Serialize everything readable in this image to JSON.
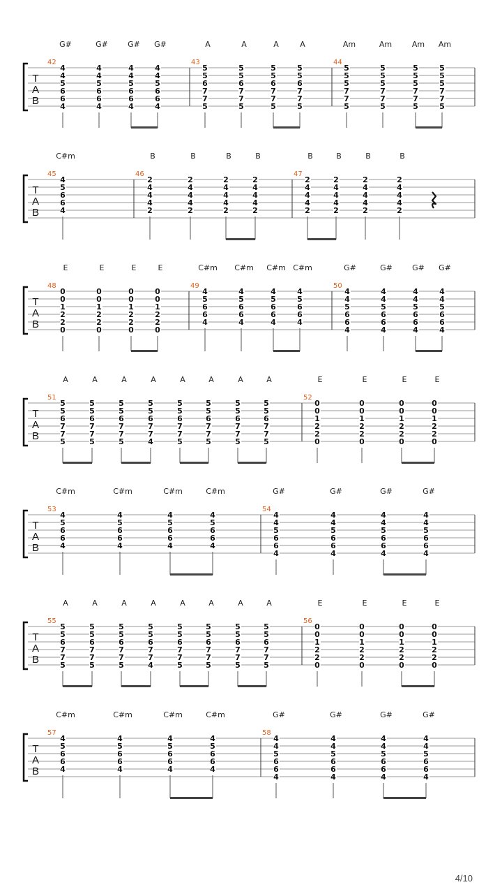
{
  "page_number": "4/10",
  "tab_clef": [
    "T",
    "A",
    "B"
  ],
  "systems": [
    {
      "measures": [
        {
          "number": "42",
          "beats": [
            {
              "chord": "G#",
              "frets": [
                "4",
                "4",
                "5",
                "6",
                "6",
                "4"
              ]
            },
            {
              "chord": "G#",
              "frets": [
                "4",
                "4",
                "5",
                "6",
                "6",
                "4"
              ]
            },
            {
              "chord": "G#",
              "frets": [
                "4",
                "4",
                "5",
                "6",
                "6",
                "4"
              ]
            },
            {
              "chord": "G#",
              "frets": [
                "4",
                "4",
                "5",
                "6",
                "6",
                "4"
              ]
            }
          ],
          "beams": [
            [
              2,
              3
            ]
          ]
        },
        {
          "number": "43",
          "beats": [
            {
              "chord": "A",
              "frets": [
                "5",
                "5",
                "6",
                "7",
                "7",
                "5"
              ]
            },
            {
              "chord": "A",
              "frets": [
                "5",
                "5",
                "6",
                "7",
                "7",
                "5"
              ]
            },
            {
              "chord": "A",
              "frets": [
                "5",
                "5",
                "6",
                "7",
                "7",
                "5"
              ]
            },
            {
              "chord": "A",
              "frets": [
                "5",
                "5",
                "6",
                "7",
                "7",
                "5"
              ]
            }
          ],
          "beams": [
            [
              2,
              3
            ]
          ]
        },
        {
          "number": "44",
          "beats": [
            {
              "chord": "Am",
              "frets": [
                "5",
                "5",
                "5",
                "7",
                "7",
                "5"
              ]
            },
            {
              "chord": "Am",
              "frets": [
                "5",
                "5",
                "5",
                "7",
                "7",
                "5"
              ]
            },
            {
              "chord": "Am",
              "frets": [
                "5",
                "5",
                "5",
                "7",
                "7",
                "5"
              ]
            },
            {
              "chord": "Am",
              "frets": [
                "5",
                "5",
                "5",
                "7",
                "7",
                "5"
              ]
            }
          ],
          "beams": [
            [
              2,
              3
            ]
          ]
        }
      ]
    },
    {
      "measures": [
        {
          "number": "45",
          "beats": [
            {
              "chord": "C#m",
              "frets": [
                "4",
                "5",
                "6",
                "6",
                "4",
                ""
              ]
            }
          ],
          "beams": []
        },
        {
          "number": "46",
          "beats": [
            {
              "chord": "B",
              "frets": [
                "2",
                "4",
                "4",
                "4",
                "2",
                ""
              ]
            },
            {
              "chord": "B",
              "frets": [
                "2",
                "4",
                "4",
                "4",
                "2",
                ""
              ]
            },
            {
              "chord": "B",
              "frets": [
                "2",
                "4",
                "4",
                "4",
                "2",
                ""
              ]
            },
            {
              "chord": "B",
              "frets": [
                "2",
                "4",
                "4",
                "4",
                "2",
                ""
              ]
            }
          ],
          "beams": [
            [
              2,
              3
            ]
          ]
        },
        {
          "number": "47",
          "beats": [
            {
              "chord": "B",
              "frets": [
                "2",
                "4",
                "4",
                "4",
                "2",
                ""
              ]
            },
            {
              "chord": "B",
              "frets": [
                "2",
                "4",
                "4",
                "4",
                "2",
                ""
              ]
            },
            {
              "chord": "B",
              "frets": [
                "2",
                "4",
                "4",
                "4",
                "2",
                ""
              ]
            },
            {
              "chord": "B",
              "frets": [
                "2",
                "4",
                "4",
                "4",
                "2",
                ""
              ]
            }
          ],
          "beams": [
            [
              0,
              1
            ]
          ],
          "rest": true
        }
      ]
    },
    {
      "measures": [
        {
          "number": "48",
          "beats": [
            {
              "chord": "E",
              "frets": [
                "0",
                "0",
                "1",
                "2",
                "2",
                "0"
              ]
            },
            {
              "chord": "E",
              "frets": [
                "0",
                "0",
                "1",
                "2",
                "2",
                "0"
              ]
            },
            {
              "chord": "E",
              "frets": [
                "0",
                "0",
                "1",
                "2",
                "2",
                "0"
              ]
            },
            {
              "chord": "E",
              "frets": [
                "0",
                "0",
                "1",
                "2",
                "2",
                "0"
              ]
            }
          ],
          "beams": [
            [
              2,
              3
            ]
          ]
        },
        {
          "number": "49",
          "beats": [
            {
              "chord": "C#m",
              "frets": [
                "4",
                "5",
                "6",
                "6",
                "4",
                ""
              ]
            },
            {
              "chord": "C#m",
              "frets": [
                "4",
                "5",
                "6",
                "6",
                "4",
                ""
              ]
            },
            {
              "chord": "C#m",
              "frets": [
                "4",
                "5",
                "6",
                "6",
                "4",
                ""
              ]
            },
            {
              "chord": "C#m",
              "frets": [
                "4",
                "5",
                "6",
                "6",
                "4",
                ""
              ]
            }
          ],
          "beams": [
            [
              2,
              3
            ]
          ]
        },
        {
          "number": "50",
          "beats": [
            {
              "chord": "G#",
              "frets": [
                "4",
                "4",
                "5",
                "6",
                "6",
                "4"
              ]
            },
            {
              "chord": "G#",
              "frets": [
                "4",
                "4",
                "5",
                "6",
                "6",
                "4"
              ]
            },
            {
              "chord": "G#",
              "frets": [
                "4",
                "4",
                "5",
                "6",
                "6",
                "4"
              ]
            },
            {
              "chord": "G#",
              "frets": [
                "4",
                "4",
                "5",
                "6",
                "6",
                "4"
              ]
            }
          ],
          "beams": [
            [
              2,
              3
            ]
          ]
        }
      ]
    },
    {
      "measures": [
        {
          "number": "51",
          "beats": [
            {
              "chord": "A",
              "frets": [
                "5",
                "5",
                "6",
                "7",
                "7",
                "5"
              ]
            },
            {
              "chord": "A",
              "frets": [
                "5",
                "5",
                "6",
                "7",
                "7",
                "5"
              ]
            },
            {
              "chord": "A",
              "frets": [
                "5",
                "5",
                "6",
                "7",
                "7",
                "5"
              ]
            },
            {
              "chord": "A",
              "frets": [
                "5",
                "5",
                "6",
                "7",
                "7",
                "4"
              ]
            },
            {
              "chord": "A",
              "frets": [
                "5",
                "5",
                "6",
                "7",
                "7",
                "5"
              ]
            },
            {
              "chord": "A",
              "frets": [
                "5",
                "5",
                "6",
                "7",
                "7",
                "5"
              ]
            },
            {
              "chord": "A",
              "frets": [
                "5",
                "5",
                "6",
                "7",
                "7",
                "5"
              ]
            },
            {
              "chord": "A",
              "frets": [
                "5",
                "5",
                "6",
                "7",
                "7",
                "5"
              ]
            }
          ],
          "beams": [
            [
              0,
              1
            ],
            [
              2,
              3
            ],
            [
              4,
              5
            ],
            [
              6,
              7
            ]
          ]
        },
        {
          "number": "52",
          "beats": [
            {
              "chord": "E",
              "frets": [
                "0",
                "0",
                "1",
                "2",
                "2",
                "0"
              ]
            },
            {
              "chord": "E",
              "frets": [
                "0",
                "0",
                "1",
                "2",
                "2",
                "0"
              ]
            },
            {
              "chord": "E",
              "frets": [
                "0",
                "0",
                "1",
                "2",
                "2",
                "0"
              ]
            },
            {
              "chord": "E",
              "frets": [
                "0",
                "0",
                "1",
                "2",
                "2",
                "0"
              ]
            }
          ],
          "beams": [
            [
              2,
              3
            ]
          ]
        }
      ]
    },
    {
      "measures": [
        {
          "number": "53",
          "beats": [
            {
              "chord": "C#m",
              "frets": [
                "4",
                "5",
                "6",
                "6",
                "4",
                ""
              ]
            },
            {
              "chord": "C#m",
              "frets": [
                "4",
                "5",
                "6",
                "6",
                "4",
                ""
              ]
            },
            {
              "chord": "C#m",
              "frets": [
                "4",
                "5",
                "6",
                "6",
                "4",
                ""
              ]
            },
            {
              "chord": "C#m",
              "frets": [
                "4",
                "5",
                "6",
                "6",
                "4",
                ""
              ]
            }
          ],
          "beams": [
            [
              2,
              3
            ]
          ]
        },
        {
          "number": "54",
          "beats": [
            {
              "chord": "G#",
              "frets": [
                "4",
                "4",
                "5",
                "6",
                "6",
                "4"
              ]
            },
            {
              "chord": "G#",
              "frets": [
                "4",
                "4",
                "5",
                "6",
                "6",
                "4"
              ]
            },
            {
              "chord": "G#",
              "frets": [
                "4",
                "4",
                "5",
                "6",
                "6",
                "4"
              ]
            },
            {
              "chord": "G#",
              "frets": [
                "4",
                "4",
                "5",
                "6",
                "6",
                "4"
              ]
            }
          ],
          "beams": [
            [
              2,
              3
            ]
          ]
        }
      ]
    },
    {
      "measures": [
        {
          "number": "55",
          "beats": [
            {
              "chord": "A",
              "frets": [
                "5",
                "5",
                "6",
                "7",
                "7",
                "5"
              ]
            },
            {
              "chord": "A",
              "frets": [
                "5",
                "5",
                "6",
                "7",
                "7",
                "5"
              ]
            },
            {
              "chord": "A",
              "frets": [
                "5",
                "5",
                "6",
                "7",
                "7",
                "5"
              ]
            },
            {
              "chord": "A",
              "frets": [
                "5",
                "5",
                "6",
                "7",
                "7",
                "4"
              ]
            },
            {
              "chord": "A",
              "frets": [
                "5",
                "5",
                "6",
                "7",
                "7",
                "5"
              ]
            },
            {
              "chord": "A",
              "frets": [
                "5",
                "5",
                "6",
                "7",
                "7",
                "5"
              ]
            },
            {
              "chord": "A",
              "frets": [
                "5",
                "5",
                "6",
                "7",
                "7",
                "5"
              ]
            },
            {
              "chord": "A",
              "frets": [
                "5",
                "5",
                "6",
                "7",
                "7",
                "5"
              ]
            }
          ],
          "beams": [
            [
              0,
              1
            ],
            [
              2,
              3
            ],
            [
              4,
              5
            ],
            [
              6,
              7
            ]
          ]
        },
        {
          "number": "56",
          "beats": [
            {
              "chord": "E",
              "frets": [
                "0",
                "0",
                "1",
                "2",
                "2",
                "0"
              ]
            },
            {
              "chord": "E",
              "frets": [
                "0",
                "0",
                "1",
                "2",
                "2",
                "0"
              ]
            },
            {
              "chord": "E",
              "frets": [
                "0",
                "0",
                "1",
                "2",
                "2",
                "0"
              ]
            },
            {
              "chord": "E",
              "frets": [
                "0",
                "0",
                "1",
                "2",
                "2",
                "0"
              ]
            }
          ],
          "beams": [
            [
              2,
              3
            ]
          ]
        }
      ]
    },
    {
      "measures": [
        {
          "number": "57",
          "beats": [
            {
              "chord": "C#m",
              "frets": [
                "4",
                "5",
                "6",
                "6",
                "4",
                ""
              ]
            },
            {
              "chord": "C#m",
              "frets": [
                "4",
                "5",
                "6",
                "6",
                "4",
                ""
              ]
            },
            {
              "chord": "C#m",
              "frets": [
                "4",
                "5",
                "6",
                "6",
                "4",
                ""
              ]
            },
            {
              "chord": "C#m",
              "frets": [
                "4",
                "5",
                "6",
                "6",
                "4",
                ""
              ]
            }
          ],
          "beams": [
            [
              2,
              3
            ]
          ]
        },
        {
          "number": "58",
          "beats": [
            {
              "chord": "G#",
              "frets": [
                "4",
                "4",
                "5",
                "6",
                "6",
                "4"
              ]
            },
            {
              "chord": "G#",
              "frets": [
                "4",
                "4",
                "5",
                "6",
                "6",
                "4"
              ]
            },
            {
              "chord": "G#",
              "frets": [
                "4",
                "4",
                "5",
                "6",
                "6",
                "4"
              ]
            },
            {
              "chord": "G#",
              "frets": [
                "4",
                "4",
                "5",
                "6",
                "6",
                "4"
              ]
            }
          ],
          "beams": [
            [
              2,
              3
            ]
          ]
        }
      ]
    }
  ]
}
